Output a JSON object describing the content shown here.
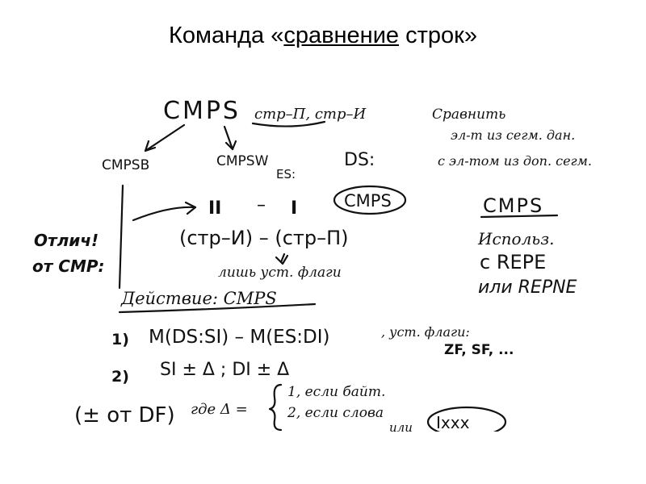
{
  "slide": {
    "title_prefix": "Команда «",
    "title_underlined": "сравнение",
    "title_suffix": " строк»"
  },
  "notes": {
    "top_cmd": "CMPS",
    "top_args": "стр–П, стр–И",
    "variant_b": "CMPSB",
    "variant_w": "CMPSW",
    "es_label": "ES:",
    "ds_label": "DS:",
    "side_note_1": "Сравнить",
    "side_note_2": "эл-т из сегм. дан.",
    "side_note_3": "с эл-том из доп. сегм.",
    "mark_ii": "II",
    "mark_i": "I",
    "minus": "–",
    "boxed_cmps": "CMPS",
    "diff_expr": "(стр–И) – (стр–П)",
    "only_flags": "лишь уст. флаги",
    "left_note_1": "Отлич!",
    "left_note_2": "от CMP:",
    "right_cmps": "CMPS",
    "use_label": "Использ.",
    "with_repe": "с REPE",
    "or_repne": "или REPNE",
    "action_label": "Действие: CMPS",
    "step1_num": "1)",
    "step1_expr": "M(DS:SI) – M(ES:DI)",
    "step1_note": ", уст. флаги:",
    "step1_flags": "ZF, SF, ...",
    "step2_num": "2)",
    "step2_expr": "SI ± Δ  ;  DI ± Δ",
    "pm_note": "(± от DF)",
    "where_delta": "где Δ =",
    "delta_1": "1, если байт.",
    "delta_2": "2, если слова",
    "or_label": "или",
    "boxed_xxxx": "Ixxx"
  }
}
